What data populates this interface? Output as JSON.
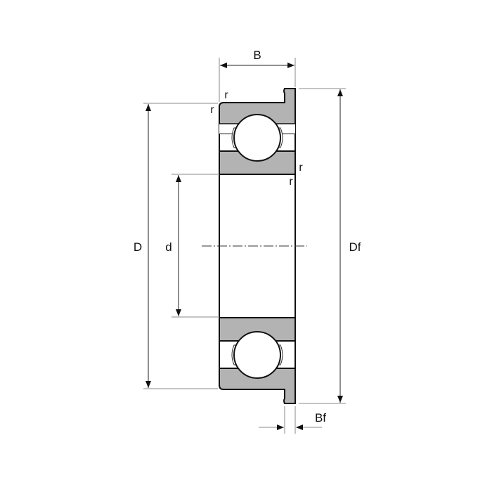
{
  "diagram": {
    "title": "Flanged deep groove ball bearing dimensions",
    "labels": {
      "B": "B",
      "D": "D",
      "d": "d",
      "Df": "Df",
      "Bf": "Bf",
      "r": "r"
    },
    "colors": {
      "ring_fill": "#b3b3b3",
      "outline": "#111111"
    }
  }
}
